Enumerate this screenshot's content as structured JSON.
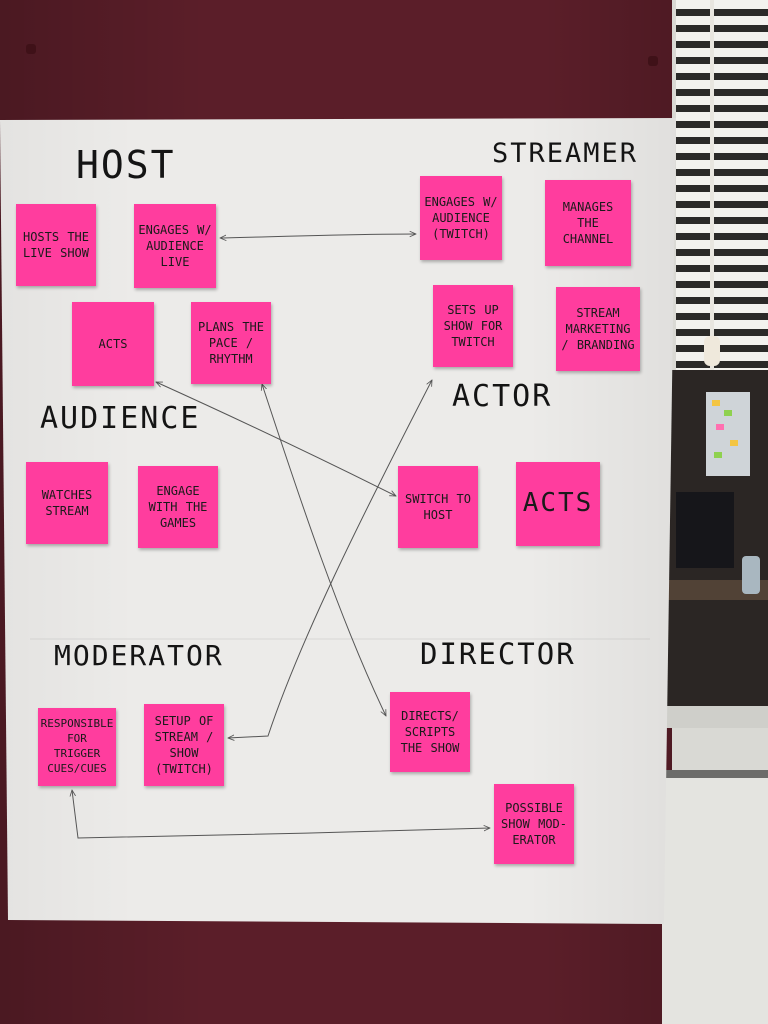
{
  "sections": {
    "host": "HOST",
    "streamer": "STREAMER",
    "audience": "AUDIENCE",
    "actor": "ACTOR",
    "moderator": "MODERATOR",
    "director": "DIRECTOR"
  },
  "notes": {
    "hosts_live_show": "Hosts the live show",
    "engages_audience_live": "Engages w/ audience live",
    "acts_host": "Acts",
    "plans_pace": "Plans the pace / rhythm",
    "engages_audience_twitch": "Engages w/ audience (Twitch)",
    "manages_channel": "Manages the channel",
    "sets_up_show": "Sets up show for Twitch",
    "stream_marketing": "Stream marketing / branding",
    "watches_stream": "Watches stream",
    "engage_games": "Engage with the games",
    "switch_to_host": "Switch to host",
    "acts_actor": "Acts",
    "responsible_cues": "Responsible for trigger cues/cues",
    "setup_stream": "Setup of stream / show (Twitch)",
    "directs_scripts": "Directs/ scripts the show",
    "possible_moderator": "Possible show mod- erator"
  },
  "colors": {
    "note": "#ff3d9e",
    "paper": "#ecebe9",
    "wall": "#5b1e29",
    "ink": "#141414"
  }
}
